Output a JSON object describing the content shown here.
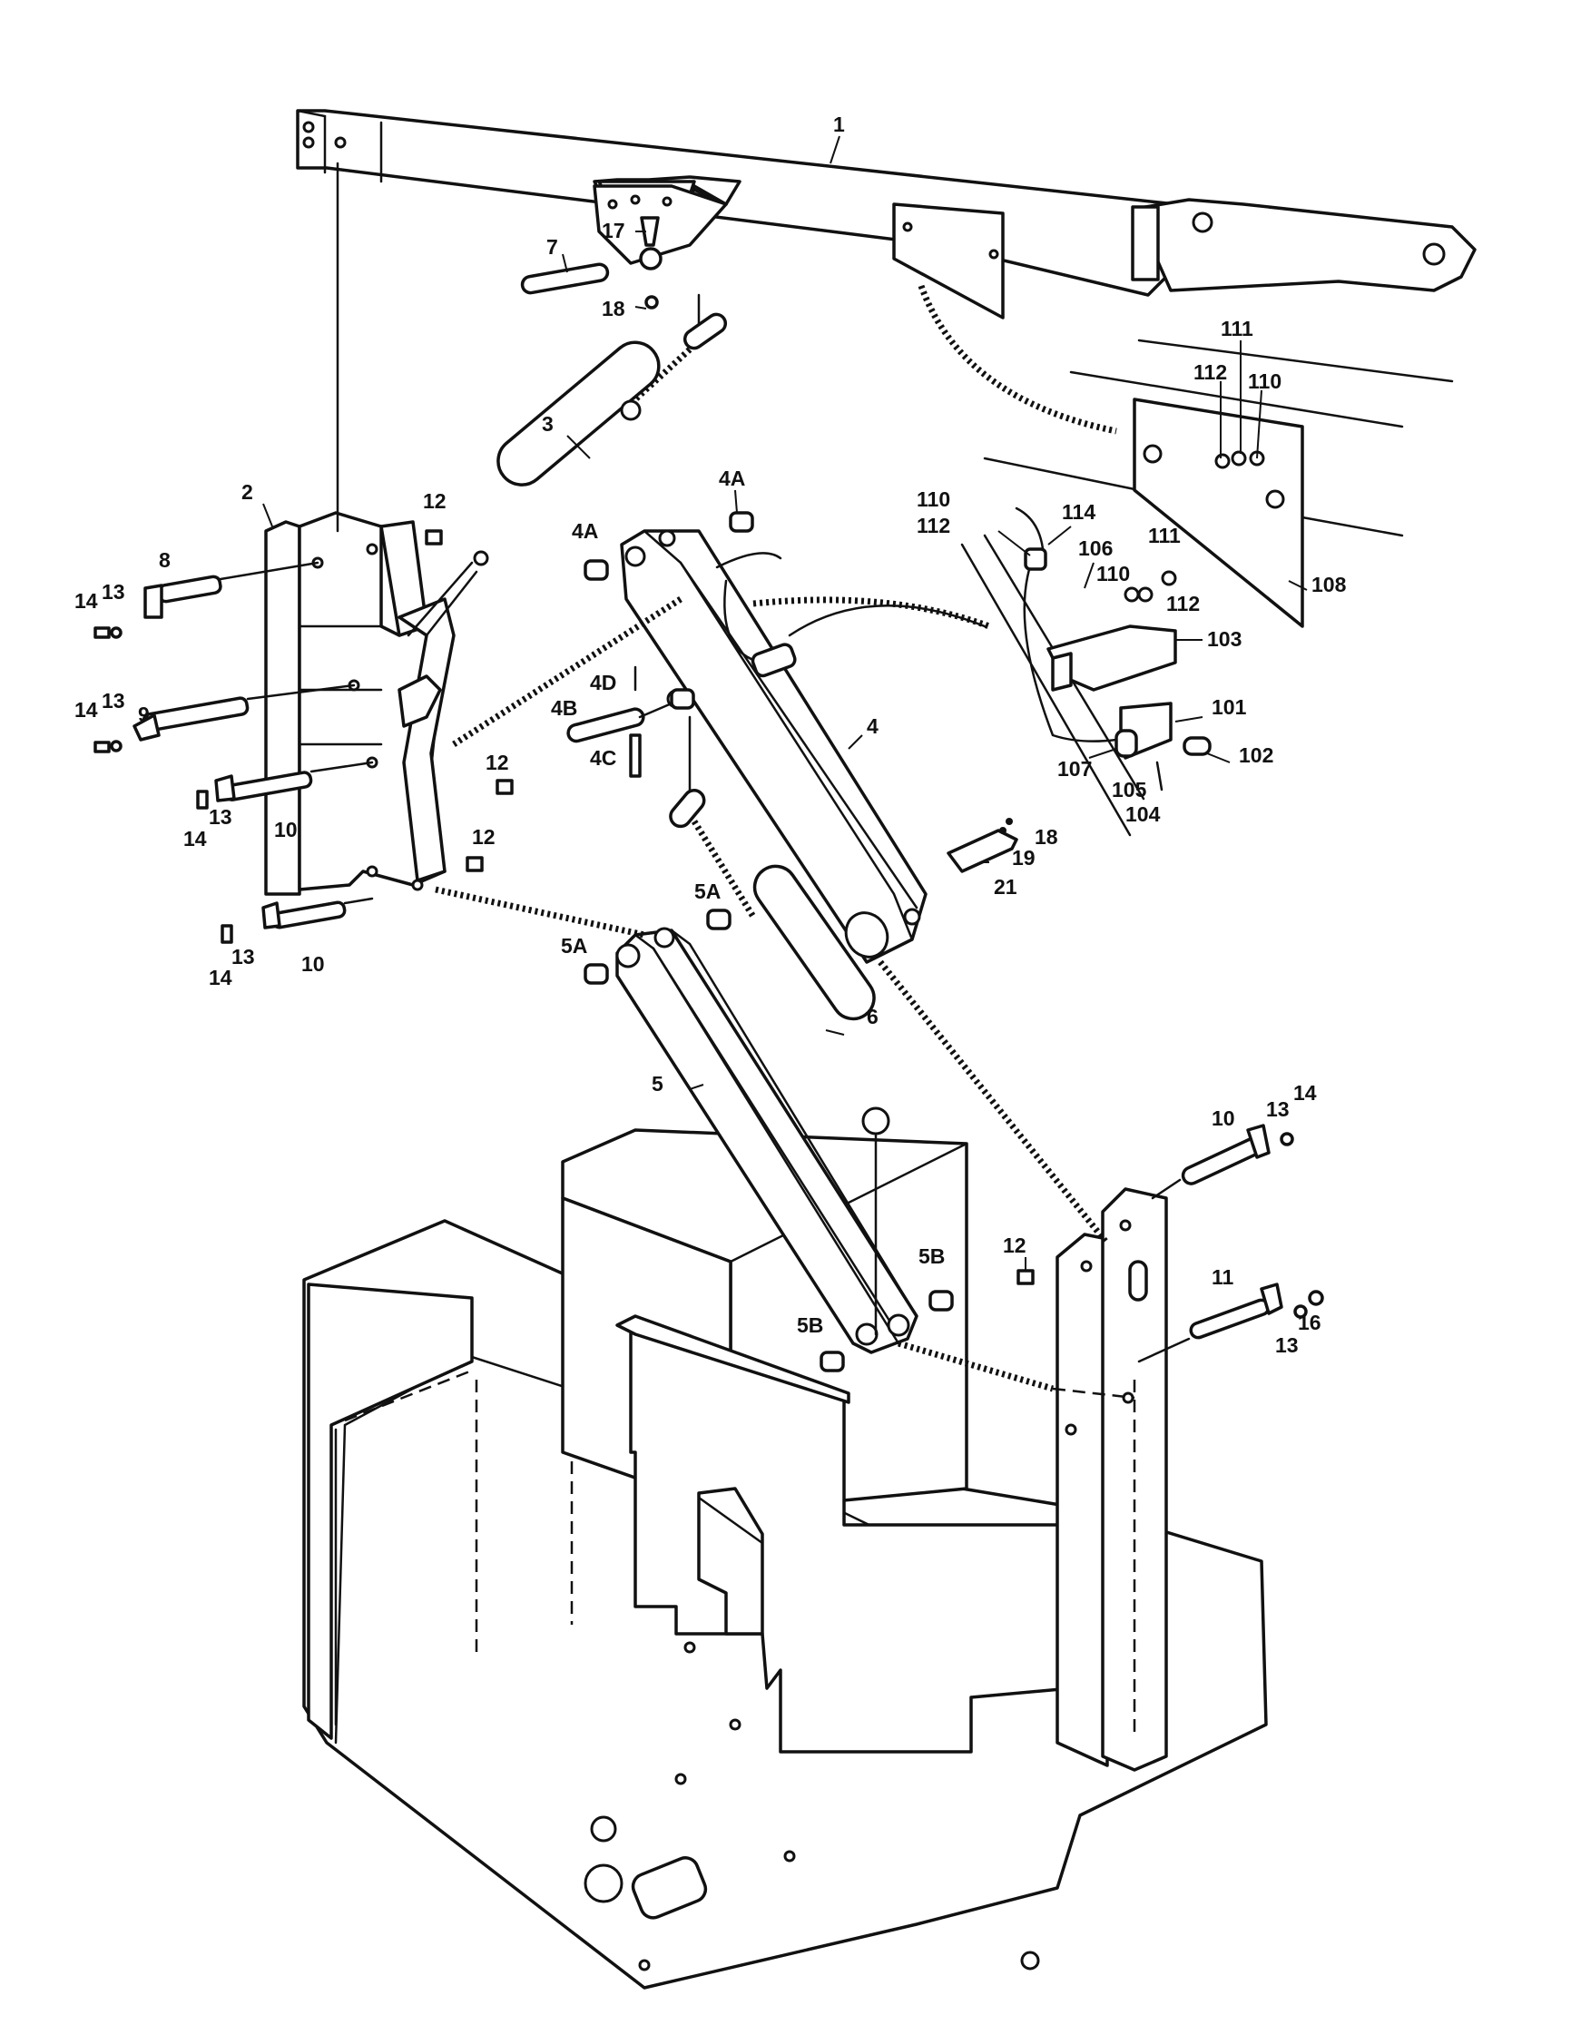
{
  "callouts": [
    {
      "id": "c1",
      "text": "1"
    },
    {
      "id": "c17",
      "text": "17"
    },
    {
      "id": "c7",
      "text": "7"
    },
    {
      "id": "c18a",
      "text": "18"
    },
    {
      "id": "c111a",
      "text": "111"
    },
    {
      "id": "c112a",
      "text": "112"
    },
    {
      "id": "c110a",
      "text": "110"
    },
    {
      "id": "c3",
      "text": "3"
    },
    {
      "id": "c4a1",
      "text": "4A"
    },
    {
      "id": "c2",
      "text": "2"
    },
    {
      "id": "c12a",
      "text": "12"
    },
    {
      "id": "c4a2",
      "text": "4A"
    },
    {
      "id": "c110b",
      "text": "110"
    },
    {
      "id": "c112b",
      "text": "112"
    },
    {
      "id": "c114",
      "text": "114"
    },
    {
      "id": "c106",
      "text": "106"
    },
    {
      "id": "c111b",
      "text": "111"
    },
    {
      "id": "c110c",
      "text": "110"
    },
    {
      "id": "c112c",
      "text": "112"
    },
    {
      "id": "c108",
      "text": "108"
    },
    {
      "id": "c103",
      "text": "103"
    },
    {
      "id": "c8",
      "text": "8"
    },
    {
      "id": "c14a",
      "text": "14"
    },
    {
      "id": "c13a",
      "text": "13"
    },
    {
      "id": "c4d",
      "text": "4D"
    },
    {
      "id": "c4b",
      "text": "4B"
    },
    {
      "id": "c4",
      "text": "4"
    },
    {
      "id": "c101",
      "text": "101"
    },
    {
      "id": "c14b",
      "text": "14"
    },
    {
      "id": "c13b",
      "text": "13"
    },
    {
      "id": "c9",
      "text": "9"
    },
    {
      "id": "c12b",
      "text": "12"
    },
    {
      "id": "c4c",
      "text": "4C"
    },
    {
      "id": "c107",
      "text": "107"
    },
    {
      "id": "c102",
      "text": "102"
    },
    {
      "id": "c105",
      "text": "105"
    },
    {
      "id": "c104",
      "text": "104"
    },
    {
      "id": "c13c",
      "text": "13"
    },
    {
      "id": "c14c",
      "text": "14"
    },
    {
      "id": "c10a",
      "text": "10"
    },
    {
      "id": "c12c",
      "text": "12"
    },
    {
      "id": "c18b",
      "text": "18"
    },
    {
      "id": "c19",
      "text": "19"
    },
    {
      "id": "c21",
      "text": "21"
    },
    {
      "id": "c5a1",
      "text": "5A"
    },
    {
      "id": "c5a2",
      "text": "5A"
    },
    {
      "id": "c13d",
      "text": "13"
    },
    {
      "id": "c14d",
      "text": "14"
    },
    {
      "id": "c10b",
      "text": "10"
    },
    {
      "id": "c6",
      "text": "6"
    },
    {
      "id": "c5",
      "text": "5"
    },
    {
      "id": "c10c",
      "text": "10"
    },
    {
      "id": "c13e",
      "text": "13"
    },
    {
      "id": "c14e",
      "text": "14"
    },
    {
      "id": "c12d",
      "text": "12"
    },
    {
      "id": "c5b1",
      "text": "5B"
    },
    {
      "id": "c11",
      "text": "11"
    },
    {
      "id": "c5b2",
      "text": "5B"
    },
    {
      "id": "c16",
      "text": "16"
    },
    {
      "id": "c13f",
      "text": "13"
    }
  ]
}
